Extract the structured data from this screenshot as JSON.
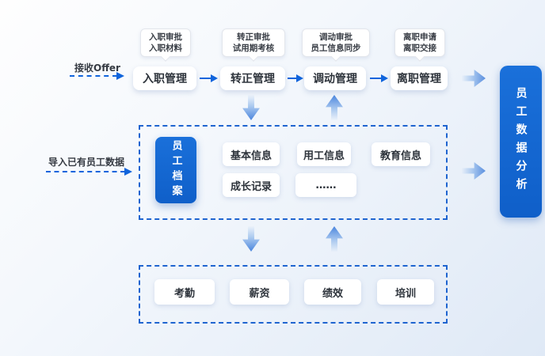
{
  "diagram": {
    "start_label": "接收Offer",
    "import_label": "导入已有员工数据",
    "stages": [
      {
        "label": "入职管理",
        "callout_line1": "入职审批",
        "callout_line2": "入职材料"
      },
      {
        "label": "转正管理",
        "callout_line1": "转正审批",
        "callout_line2": "试用期考核"
      },
      {
        "label": "调动管理",
        "callout_line1": "调动审批",
        "callout_line2": "员工信息同步"
      },
      {
        "label": "离职管理",
        "callout_line1": "离职申请",
        "callout_line2": "离职交接"
      }
    ],
    "archive": {
      "title": "员工档案",
      "cards": [
        "基本信息",
        "用工信息",
        "教育信息",
        "成长记录",
        "……"
      ]
    },
    "modules": [
      "考勤",
      "薪资",
      "绩效",
      "培训"
    ],
    "analysis_title": "员工数据分析",
    "colors": {
      "accent_blue": "#1266d2",
      "arrow_blue": "#1064dc",
      "dash_border_blue": "#1e64d0",
      "text_dark": "#2d333b",
      "background_start": "#fefefe",
      "background_end": "#dfe9f6"
    }
  }
}
